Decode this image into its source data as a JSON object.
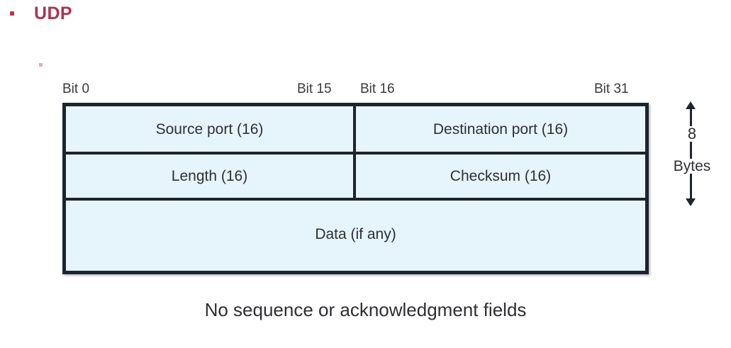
{
  "slide": {
    "title": "UDP",
    "caption": "No sequence or acknowledgment fields",
    "colors": {
      "title": "#ad3350",
      "bullet": "#b03a52",
      "sub_bullet": "#e09aa8",
      "cell_fill": "#e6f4fb",
      "border": "#1c2430",
      "text": "#2f2f33",
      "background": "#ffffff"
    }
  },
  "bit_ruler": {
    "bit_0": "Bit 0",
    "bit_15": "Bit 15",
    "bit_16": "Bit 16",
    "bit_31": "Bit 31"
  },
  "udp_header": {
    "rows": [
      {
        "left": "Source port (16)",
        "right": "Destination port (16)"
      },
      {
        "left": "Length (16)",
        "right": "Checksum (16)"
      },
      {
        "full": "Data (if any)"
      }
    ]
  },
  "size_annotation": {
    "count": "8",
    "unit": "Bytes"
  }
}
